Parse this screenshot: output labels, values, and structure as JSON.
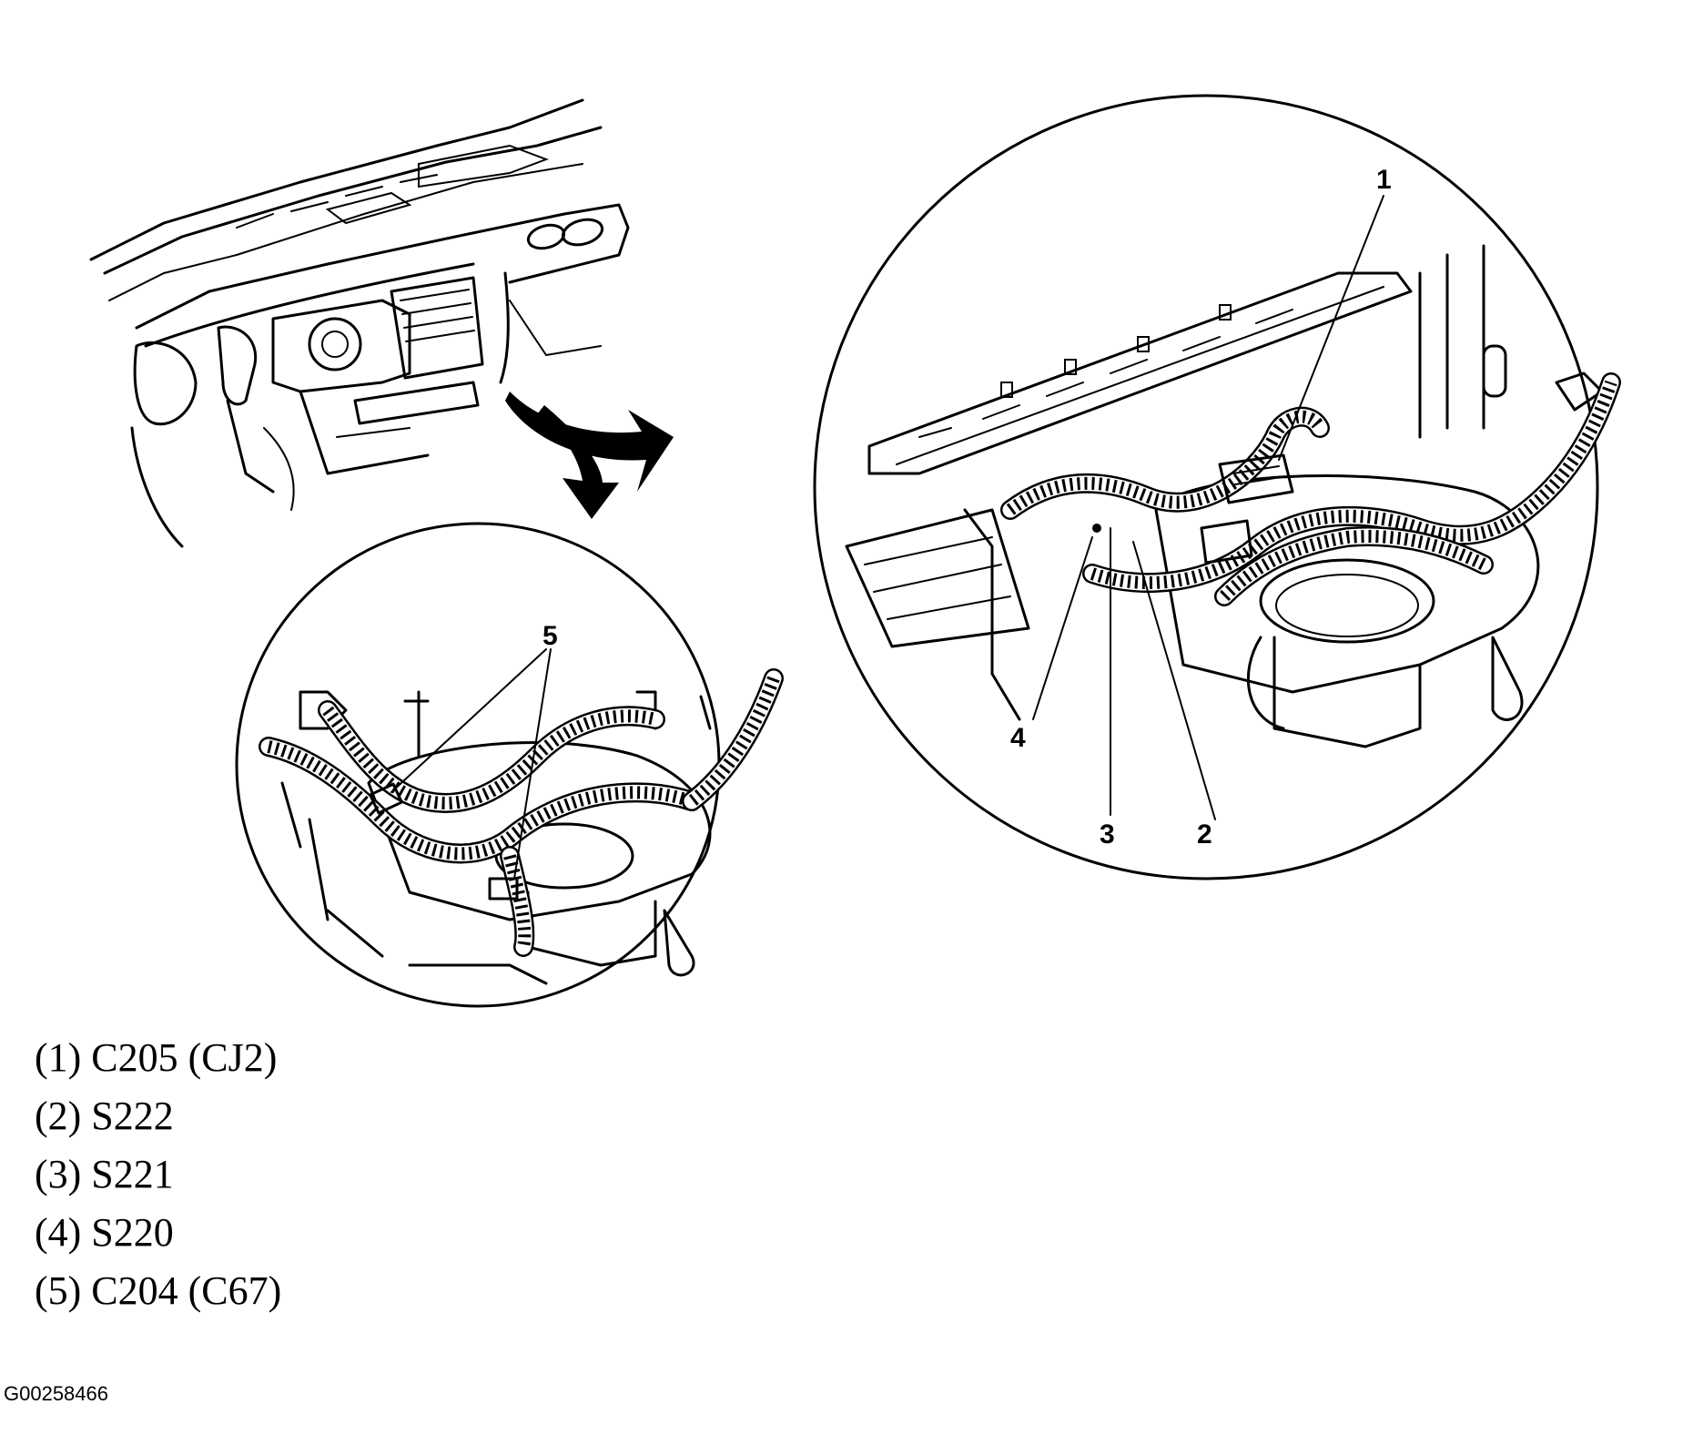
{
  "callouts": {
    "c1": "1",
    "c2": "2",
    "c3": "3",
    "c4": "4",
    "c5": "5"
  },
  "legend": [
    "(1) C205 (CJ2)",
    "(2) S222",
    "(3) S221",
    "(4) S220",
    "(5) C204 (C67)"
  ],
  "figure_id": "G00258466",
  "colors": {
    "line": "#000000",
    "background": "#ffffff"
  }
}
